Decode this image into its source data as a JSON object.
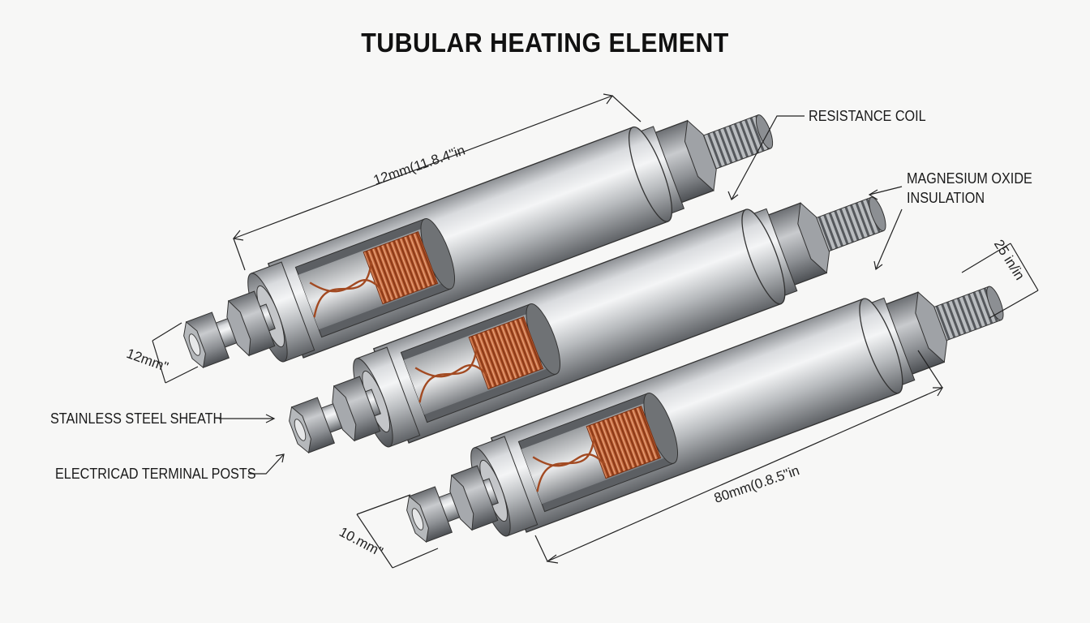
{
  "title": "TUBULAR HEATING ELEMENT",
  "labels": {
    "resistance_coil": "RESISTANCE COIL",
    "insulation_line1": "MAGNESIUM OXIDE",
    "insulation_line2": "INSULATION",
    "sheath": "STAINLESS STEEL SHEATH",
    "terminals": "ELECTRICAD TERMINAL POSTS"
  },
  "dimensions": {
    "top_length": "12mm(11.8.4\"in",
    "top_diameter": "12mm\"",
    "right_diameter": "25 in/in",
    "bottom_length": "80mm(0.8.5\"in",
    "bottom_diameter": "10.mm\""
  },
  "colors": {
    "steel_light": "#e6e7e9",
    "steel_dark": "#6f7275",
    "coil": "#b4532a",
    "line": "#222222"
  }
}
